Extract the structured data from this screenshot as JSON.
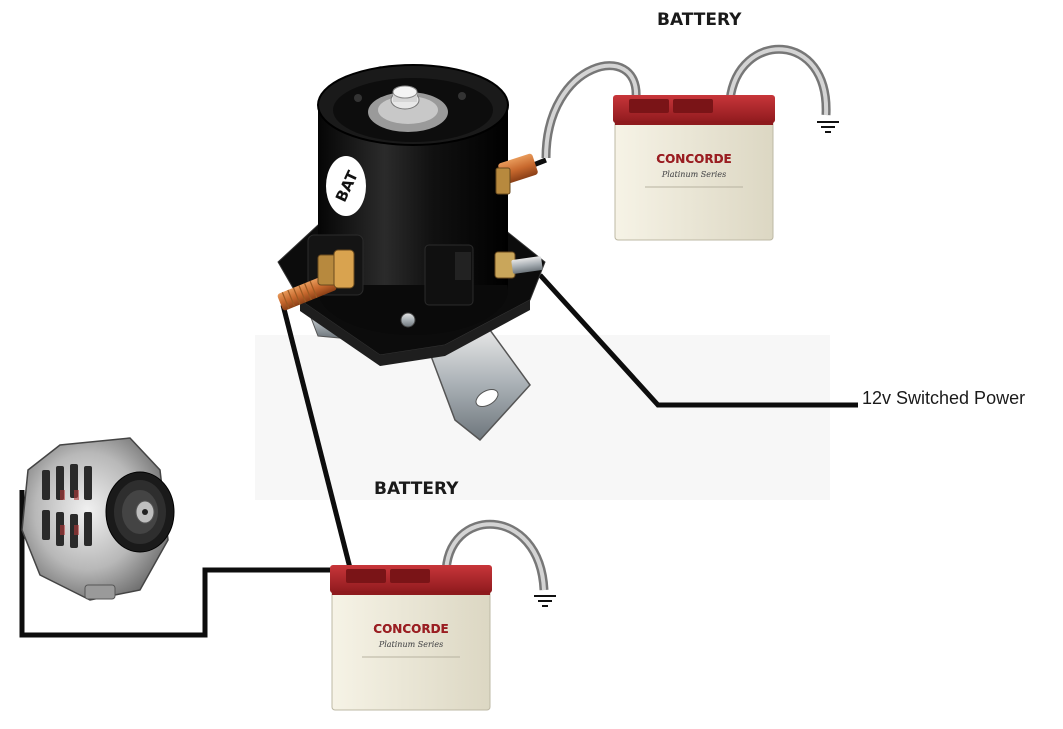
{
  "labels": {
    "battery_top": "BATTERY",
    "battery_bottom": "BATTERY",
    "switched_power": "12v Switched Power",
    "solenoid_tag": "BAT"
  },
  "battery": {
    "brand": "CONCORDE",
    "series": "Platinum Series"
  },
  "colors": {
    "wire": "#0d0d0d",
    "battery_lid": "#b3272a",
    "battery_body": "#ece8d8",
    "solenoid": "#151515",
    "copper_stud": "#c8692e"
  }
}
